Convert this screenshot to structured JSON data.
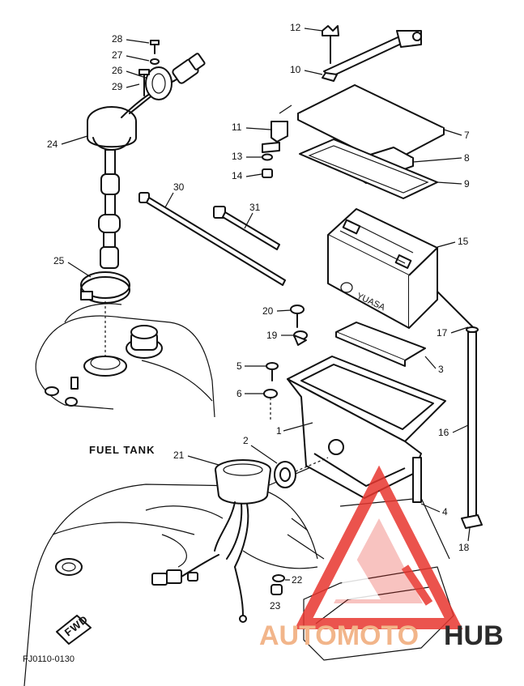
{
  "diagram": {
    "figure_code": "FJ0110-0130",
    "fuel_tank_label": "FUEL TANK",
    "fwd_label": "FWD",
    "callouts": [
      "28",
      "27",
      "26",
      "29",
      "24",
      "25",
      "12",
      "10",
      "11",
      "13",
      "14",
      "7",
      "8",
      "9",
      "30",
      "31",
      "15",
      "20",
      "19",
      "5",
      "6",
      "1",
      "2",
      "21",
      "3",
      "17",
      "16",
      "4",
      "18",
      "22",
      "23"
    ]
  },
  "watermark": {
    "brand_part1": "AUTOMOTO",
    "brand_part2": "HUB",
    "colors": {
      "primary": "#e8362f",
      "secondary": "#f2b58a",
      "dark": "#2b2b2b"
    }
  }
}
